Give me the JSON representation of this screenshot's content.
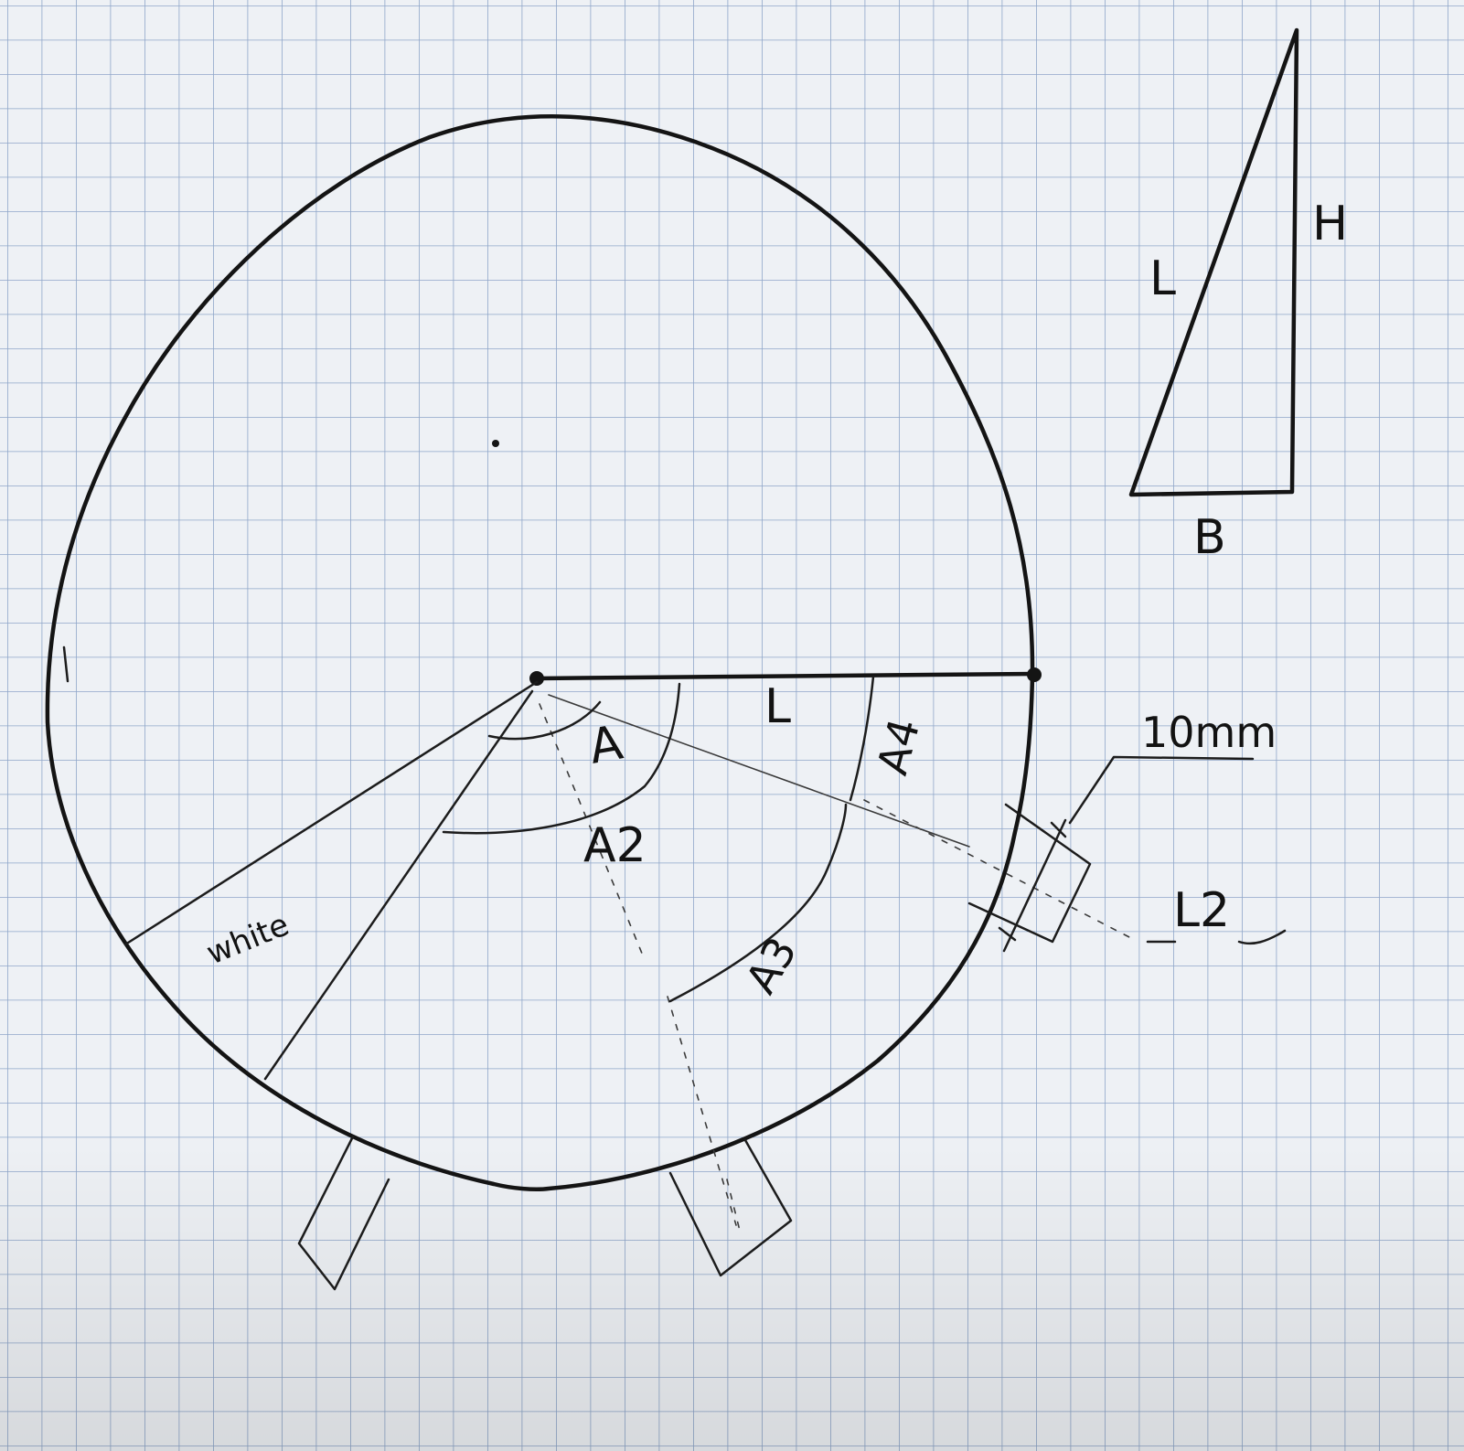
{
  "labels": {
    "angle_a": "A",
    "angle_a2": "A2",
    "angle_a3": "A3",
    "angle_a4": "A4",
    "radius_l": "L",
    "white": "white",
    "tab_width": "10mm",
    "l2": "L2",
    "triangle_l": "L",
    "triangle_h": "H",
    "triangle_b": "B"
  },
  "colors": {
    "paper": "#eef1f5",
    "grid": "#8fa6c9",
    "ink": "#141414"
  }
}
